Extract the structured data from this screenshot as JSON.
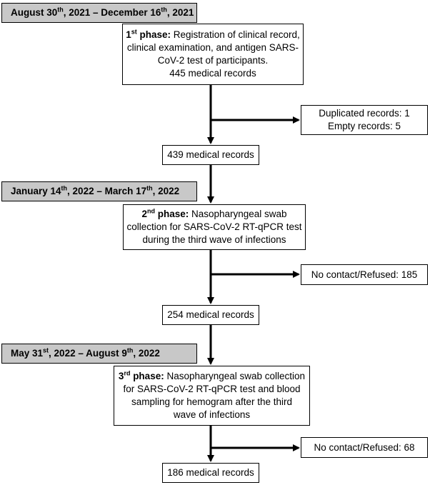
{
  "phases": [
    {
      "date": {
        "start_pre": "August 30",
        "start_sup": "th",
        "start_post": ", 2021 – December 16",
        "end_sup": "th",
        "end_post": ", 2021"
      },
      "phase_box": {
        "num": "1",
        "sup": "st",
        "title_rest": " phase:",
        "line1_rest": " Registration of clinical record,",
        "lines": [
          "clinical examination, and antigen SARS-",
          "CoV-2 test of participants.",
          "445 medical records"
        ]
      },
      "exclusion": [
        "Duplicated records: 1",
        "Empty records: 5"
      ],
      "result": "439 medical records"
    },
    {
      "date": {
        "start_pre": "January 14",
        "start_sup": "th",
        "start_post": ", 2022 – March 17",
        "end_sup": "th",
        "end_post": ", 2022"
      },
      "phase_box": {
        "num": "2",
        "sup": "nd",
        "title_rest": " phase:",
        "line1_rest": " Nasopharyngeal swab",
        "lines": [
          "collection for SARS-CoV-2 RT-qPCR test",
          "during the third wave of infections"
        ]
      },
      "exclusion": [
        "No contact/Refused: 185"
      ],
      "result": "254 medical records"
    },
    {
      "date": {
        "start_pre": "May 31",
        "start_sup": "st",
        "start_post": ", 2022 – August 9",
        "end_sup": "th",
        "end_post": ", 2022"
      },
      "phase_box": {
        "num": "3",
        "sup": "rd",
        "title_rest": " phase:",
        "line1_rest": " Nasopharyngeal swab collection",
        "lines": [
          "for SARS-CoV-2 RT-qPCR test and blood",
          "sampling for hemogram after the third",
          "wave of infections"
        ]
      },
      "exclusion": [
        "No contact/Refused: 68"
      ],
      "result": "186 medical records"
    }
  ]
}
